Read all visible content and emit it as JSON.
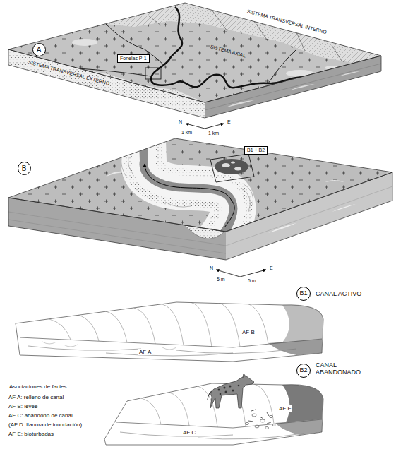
{
  "diagram": {
    "nodes": [
      {
        "text": [
          "A"
        ]
      },
      {
        "text": [
          "Fonelas P-1"
        ]
      },
      {
        "text": [
          "B"
        ]
      },
      {
        "text": [
          "B1 + B2"
        ]
      },
      {
        "text": [
          "B1"
        ]
      },
      {
        "text": [
          "B2"
        ]
      }
    ],
    "labels": [
      "SISTEMA TRANSVERSAL INTERNO",
      "SISTEMA AXIAL",
      "SISTEMA TRANSVERSAL EXTERNO",
      "N",
      "E",
      "1 km",
      "1 km",
      "N",
      "E",
      "5 m",
      "5 m",
      "CANAL ACTIVO",
      "AF B",
      "AF A",
      "CANAL ABANDONADO",
      "AF E",
      "AF C",
      "Asociaciones de facies"
    ],
    "legend": [
      {
        "text": "AF A: relleno de canal"
      },
      {
        "text": "AF B: levee"
      },
      {
        "text": "AF C: abandono de canal"
      },
      {
        "text": "(AF D: llanura de inundación)"
      },
      {
        "text": "AF E: bioturbadas"
      }
    ]
  }
}
